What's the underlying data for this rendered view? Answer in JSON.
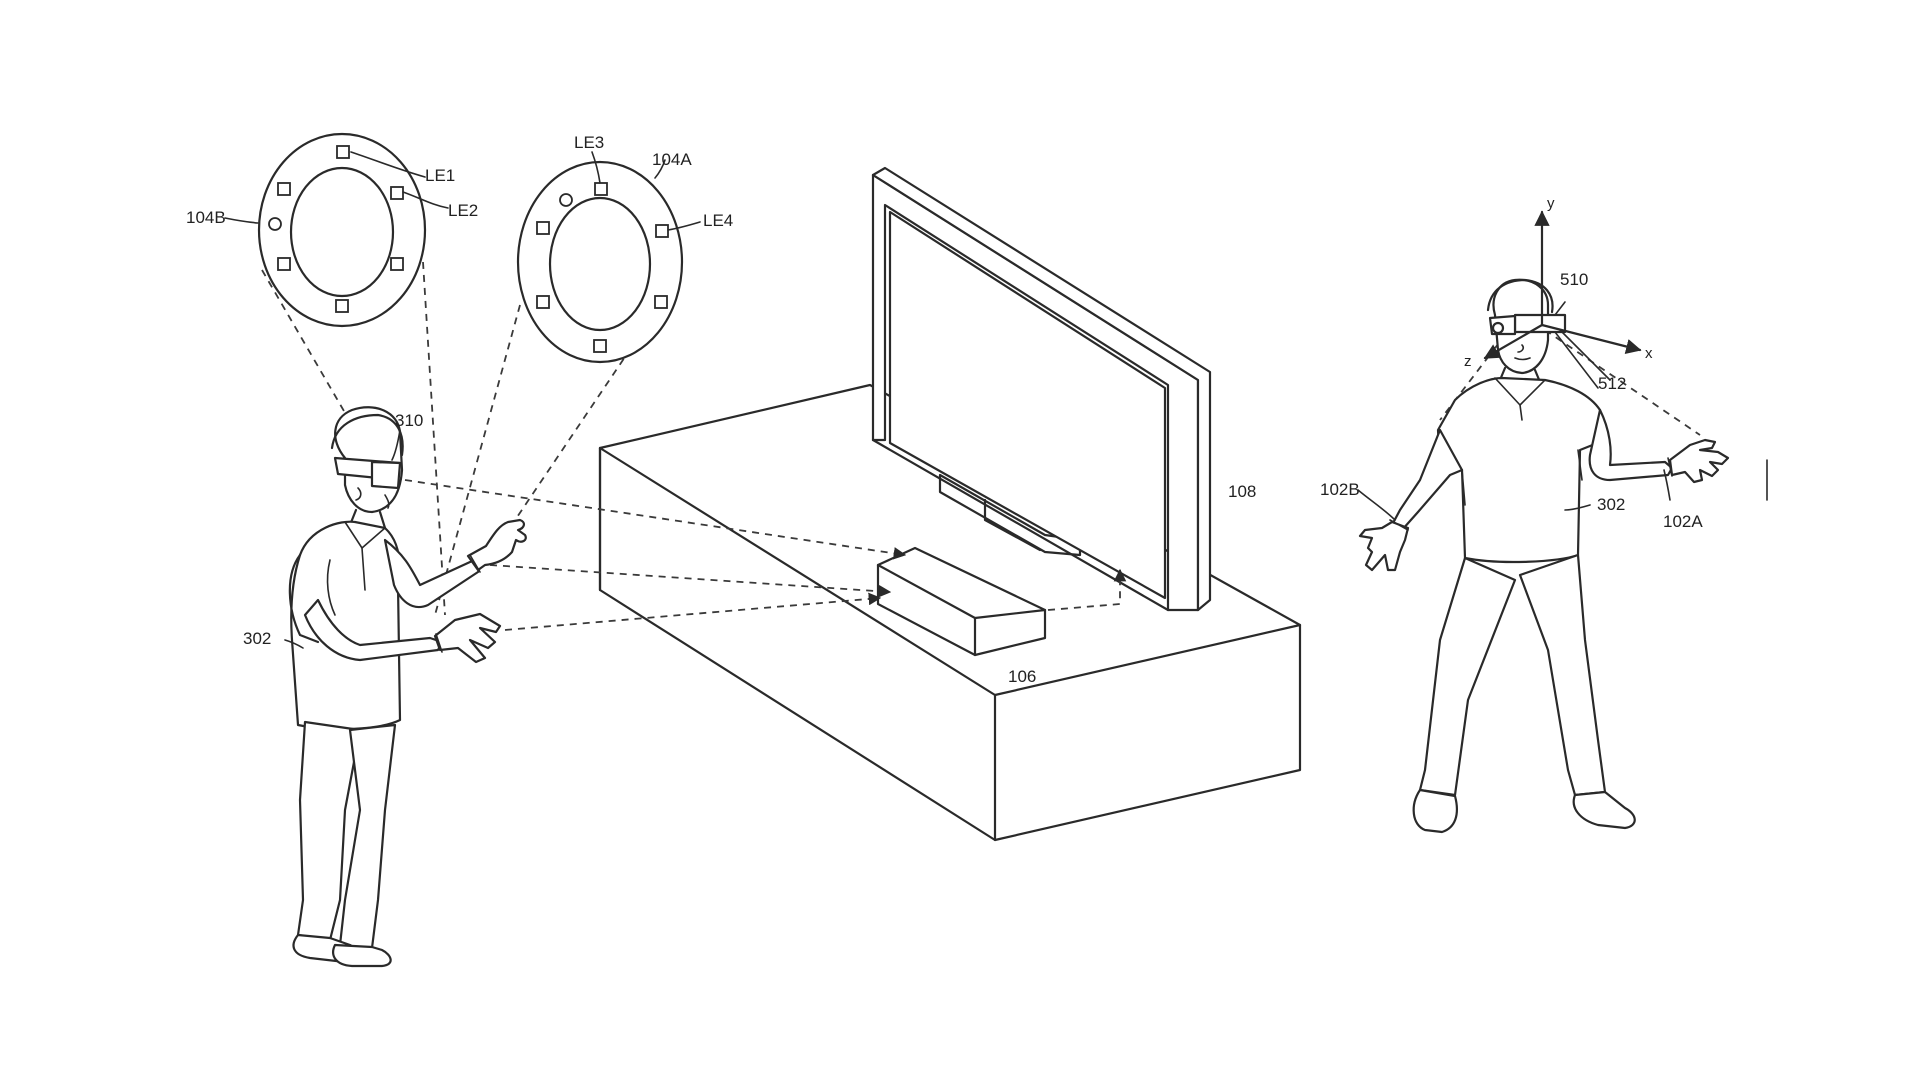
{
  "labels": {
    "ring_a": "104A",
    "ring_b": "104B",
    "le1": "LE1",
    "le2": "LE2",
    "le3": "LE3",
    "le4": "LE4",
    "hmd_left": "310",
    "user_left": "302",
    "display": "108",
    "console": "106",
    "hmd_right": "510",
    "sensor_right": "512",
    "user_right": "302",
    "glove_right": "102A",
    "glove_left": "102B",
    "axis_x": "x",
    "axis_y": "y",
    "axis_z": "z"
  },
  "colors": {
    "line": "#2a2a2a",
    "background": "#ffffff"
  }
}
